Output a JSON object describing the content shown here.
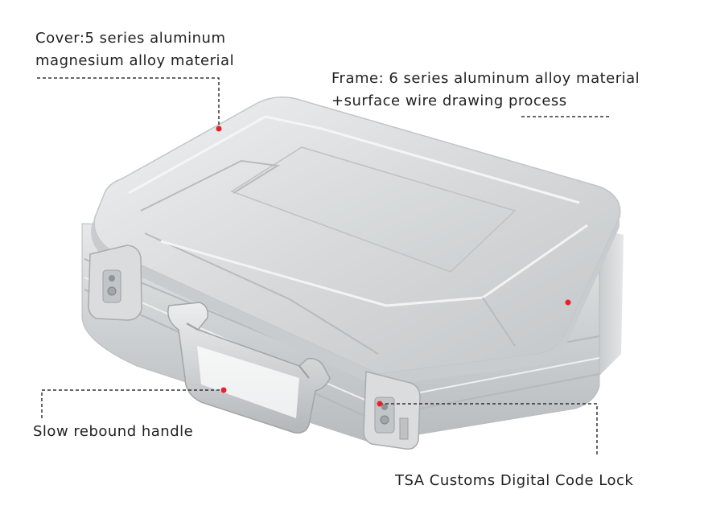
{
  "annotations": {
    "cover": {
      "line1": "Cover:5 series aluminum",
      "line2": "magnesium alloy material"
    },
    "frame": {
      "line1": "Frame: 6 series aluminum alloy material",
      "line2": "+surface wire drawing process"
    },
    "handle": {
      "line1": "Slow rebound handle"
    },
    "lock": {
      "line1": "TSA Customs Digital Code Lock"
    }
  },
  "colors": {
    "marker_dot": "#e8202a",
    "leader_line": "#333333",
    "case_silver": "#d4d6d8"
  }
}
